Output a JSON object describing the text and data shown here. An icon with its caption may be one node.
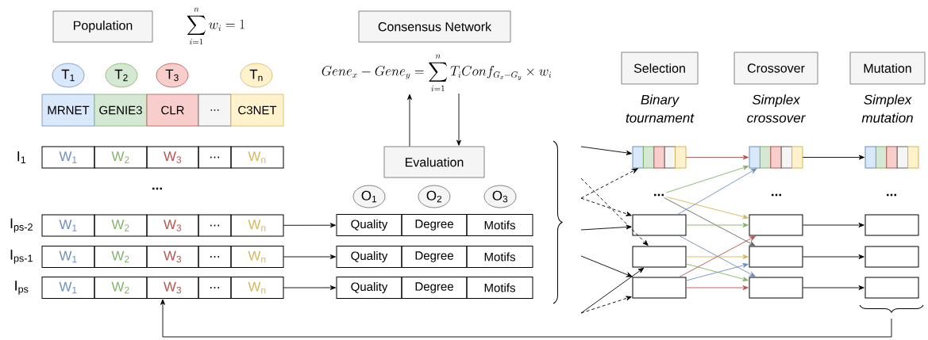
{
  "diagram": {
    "nodes": [
      {
        "text": [
          "Population"
        ]
      },
      {
        "text": [
          "T$_{1}$"
        ]
      },
      {
        "text": [
          "T$_{2}$"
        ]
      },
      {
        "text": [
          "T$_{3}$"
        ]
      },
      {
        "text": [
          "T$_{n}$"
        ]
      },
      {
        "text": [
          "MRNET"
        ]
      },
      {
        "text": [
          "GENIE3"
        ]
      },
      {
        "text": [
          "CLR"
        ]
      },
      {
        "text": [
          "..."
        ]
      },
      {
        "text": [
          "C3NET"
        ]
      },
      {
        "text": [
          "W$_{1}$",
          "W$_{2}$",
          "W$_{3}$",
          "...",
          "W$_{n}$"
        ],
        "beside": [
          "I$_{1}$"
        ]
      },
      {
        "text": [
          "W$_{1}$",
          "W$_{2}$",
          "W$_{3}$",
          "...",
          "W$_{n}$"
        ],
        "beside": [
          "I$_{ps-2}$"
        ]
      },
      {
        "text": [
          "W$_{1}$",
          "W$_{2}$",
          "W$_{3}$",
          "...",
          "W$_{n}$"
        ],
        "beside": [
          "I$_{ps-1}$"
        ]
      },
      {
        "text": [
          "W$_{1}$",
          "W$_{2}$",
          "W$_{3}$",
          "...",
          "W$_{n}$"
        ],
        "beside": [
          "I$_{ps}$"
        ]
      },
      {
        "text": [
          "Consensus Network"
        ]
      },
      {
        "text": [
          "Gene_x - Gene_y = \\sum_{i=1}^{n} T_i Conf_{G_x - G_y} \\times w_i"
        ]
      },
      {
        "text": [
          "Evaluation"
        ]
      },
      {
        "text": [
          "O$_{1}$"
        ]
      },
      {
        "text": [
          "O$_{2}$"
        ]
      },
      {
        "text": [
          "O$_{3}$"
        ]
      },
      {
        "text": [
          "Quality",
          "Degree",
          "Motifs"
        ]
      },
      {
        "text": [
          "Quality",
          "Degree",
          "Motifs"
        ]
      },
      {
        "text": [
          "Quality",
          "Degree",
          "Motifs"
        ]
      },
      {
        "text": [
          "Selection"
        ],
        "beside": [
          "Binary tournament"
        ]
      },
      {
        "text": [
          "Crossover"
        ],
        "beside": [
          "Simplex crossover"
        ]
      },
      {
        "text": [
          "Mutation"
        ],
        "beside": [
          "Simplex mutation"
        ]
      },
      {
        "text": [],
        "shape": "bar"
      },
      {
        "text": [
          "..."
        ]
      },
      {
        "text": [],
        "shape": "box"
      },
      {
        "text": [],
        "shape": "box"
      },
      {
        "text": [],
        "shape": "box"
      },
      {
        "text": [],
        "shape": "bar"
      },
      {
        "text": [],
        "shape": "box"
      },
      {
        "text": [],
        "shape": "box"
      },
      {
        "text": [],
        "shape": "box"
      },
      {
        "text": [],
        "shape": "bar"
      },
      {
        "text": [],
        "shape": "box"
      },
      {
        "text": [],
        "shape": "box"
      },
      {
        "text": [],
        "shape": "box"
      }
    ],
    "edges": [
      {
        "from": 11,
        "to": 20,
        "arrow": "to"
      },
      {
        "from": 12,
        "to": 21,
        "arrow": "to"
      },
      {
        "from": 13,
        "to": 22,
        "arrow": "to"
      },
      {
        "from": 16,
        "to": 15,
        "arrow": "to"
      },
      {
        "from": 15,
        "to": 16,
        "arrow": "to"
      },
      {
        "from": null,
        "to": 26,
        "arrow": "to"
      },
      {
        "from": null,
        "to": 26,
        "arrow": "to",
        "style": "dashed"
      },
      {
        "from": null,
        "to": 28,
        "arrow": "to",
        "style": "dashed"
      },
      {
        "from": null,
        "to": 29,
        "arrow": "to",
        "style": "dashed"
      },
      {
        "from": null,
        "to": 28,
        "arrow": "to"
      },
      {
        "from": null,
        "to": 30,
        "arrow": "to"
      },
      {
        "from": null,
        "to": 29,
        "arrow": "to"
      },
      {
        "from": null,
        "to": 30,
        "arrow": "to",
        "style": "dashed"
      },
      {
        "from": 26,
        "to": 31,
        "arrow": "to",
        "color": "#b85450"
      },
      {
        "from": 27,
        "to": 31,
        "arrow": "to",
        "color": "#82b366"
      },
      {
        "from": 27,
        "to": 32,
        "arrow": "to",
        "color": "#d6b656"
      },
      {
        "from": 27,
        "to": 33,
        "arrow": "to",
        "color": "#666666"
      },
      {
        "from": 28,
        "to": 31,
        "arrow": "to",
        "color": "#6c8ebf"
      },
      {
        "from": 28,
        "to": 32,
        "arrow": "to",
        "color": "#82b366"
      },
      {
        "from": 28,
        "to": 34,
        "arrow": "to",
        "color": "#6c8ebf"
      },
      {
        "from": 29,
        "to": 33,
        "arrow": "to",
        "color": "#d6b656"
      },
      {
        "from": 29,
        "to": 34,
        "arrow": "to",
        "color": "#82b366"
      },
      {
        "from": 30,
        "to": 32,
        "arrow": "to",
        "color": "#b85450"
      },
      {
        "from": 30,
        "to": 33,
        "arrow": "to",
        "color": "#6c8ebf"
      },
      {
        "from": 30,
        "to": 34,
        "arrow": "to",
        "color": "#b85450"
      },
      {
        "from": 31,
        "to": 35,
        "arrow": "to"
      },
      {
        "from": 32,
        "to": 36,
        "arrow": "to"
      },
      {
        "from": 33,
        "to": 37,
        "arrow": "to"
      },
      {
        "from": 34,
        "to": 38,
        "arrow": "to"
      },
      {
        "from": null,
        "to": 13,
        "arrow": "to"
      }
    ],
    "labels": [
      "\\sum_{i=1}^{n} w_i = 1",
      "...",
      "...",
      "..."
    ]
  }
}
